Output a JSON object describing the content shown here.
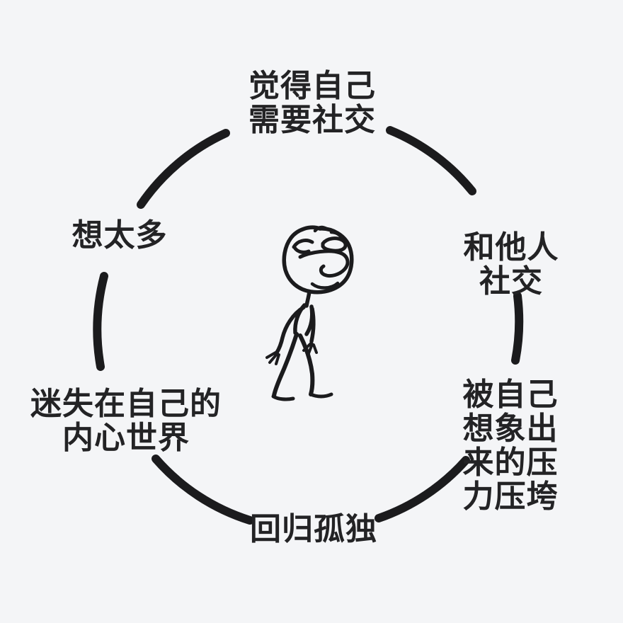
{
  "page": {
    "background_color": "#f4f5f7",
    "ink_color": "#1b1b1d",
    "text_color": "#232325"
  },
  "cycle": {
    "steps": [
      {
        "position": "top",
        "label": "觉得自己\n需要社交"
      },
      {
        "position": "right-upper",
        "label": "和他人社交"
      },
      {
        "position": "right-lower",
        "label": "被自己想象出\n来的压力压垮"
      },
      {
        "position": "bottom",
        "label": "回归孤独"
      },
      {
        "position": "left-lower",
        "label": "迷失在自己的\n内心世界"
      },
      {
        "position": "left-upper",
        "label": "想太多"
      }
    ],
    "center_figure": "tired-stick-figure"
  }
}
